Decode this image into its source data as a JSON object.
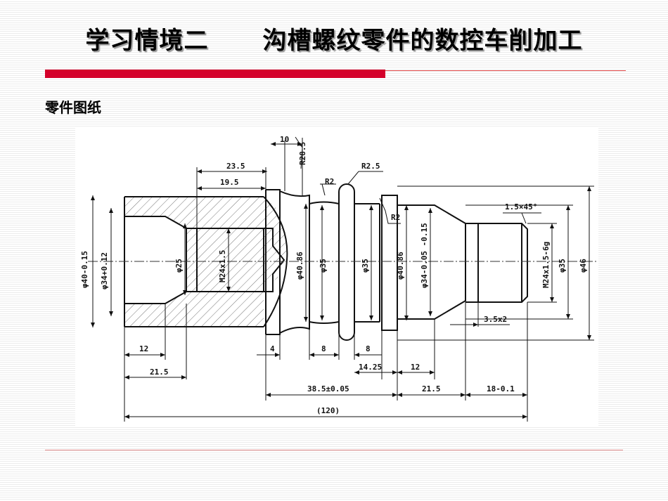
{
  "slide": {
    "title": "学习情境二      沟槽螺纹零件的数控车削加工",
    "subtitle": "零件图纸"
  },
  "drawing": {
    "dimensions": {
      "d10": "10",
      "r28": "R28.5",
      "d23": "23.5",
      "d19": "19.5",
      "r2a": "R2",
      "r25": "R2.5",
      "r2b": "R2",
      "chamfer": "1.5×45°",
      "phi40": "φ40-0.15",
      "phi34a": "φ34+0.12",
      "phi25a": "φ25",
      "m24a": "M24x1.5",
      "phi408a": "φ40.86",
      "phi35a": "φ35",
      "phi35b": "φ35",
      "phi408b": "φ40.86",
      "phi34b": "φ34-0.05 -0.15",
      "m24b": "M24x1.5-6g",
      "phi35c": "φ35",
      "phi46": "φ46",
      "groove": "3.5x2",
      "d12a": "12",
      "d4": "4",
      "d8a": "8",
      "d8b": "8",
      "d21a": "21.5",
      "d14": "14.25",
      "d12b": "12",
      "d38": "38.5±0.05",
      "d21b": "21.5",
      "d18": "18-0.1",
      "d120": "(120)"
    }
  }
}
